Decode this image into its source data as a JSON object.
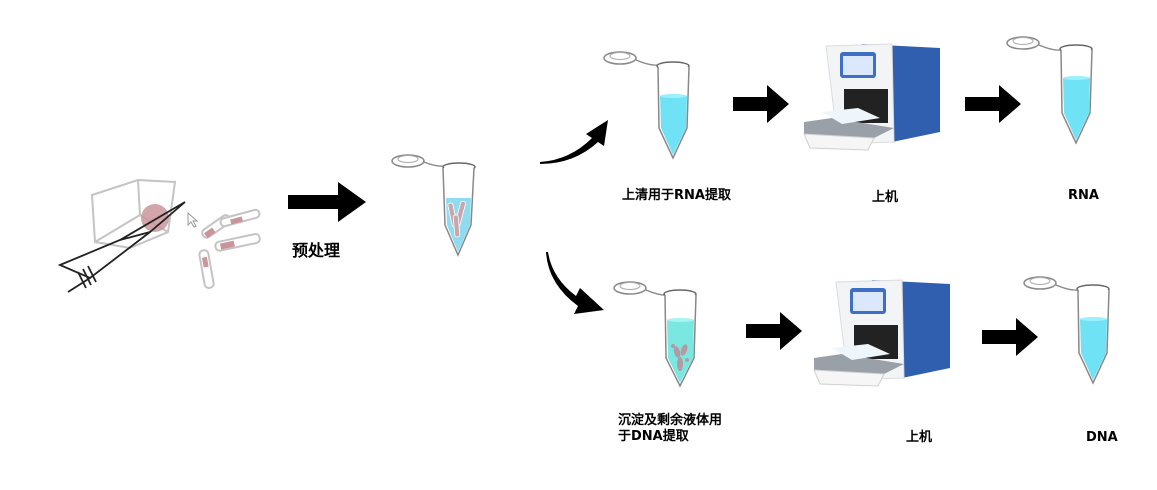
{
  "diagram": {
    "title": "",
    "colors": {
      "arrow": "#000000",
      "liquid_rna": "#6fe3f5",
      "liquid_dna": "#7ae8e0",
      "tissue": "#c08a92",
      "machine_blue": "#2f5fae",
      "machine_white": "#f2f3f5",
      "sketch_gray": "#bdbdbd"
    },
    "steps": {
      "tissue_sample": {
        "icon": "tissue-scalpel-sketch-icon"
      },
      "pretreatment": {
        "label": "预处理"
      },
      "homogenized_tube": {
        "icon": "tube-with-tissue-icon"
      },
      "rna_branch": {
        "supernatant_label": "上清用于RNA提取",
        "machine_label": "上机",
        "result_label": "RNA"
      },
      "dna_branch": {
        "precipitate_label_line1": "沉淀及剩余液体用",
        "precipitate_label_line2": "于DNA提取",
        "machine_label": "上机",
        "result_label": "DNA"
      }
    }
  }
}
